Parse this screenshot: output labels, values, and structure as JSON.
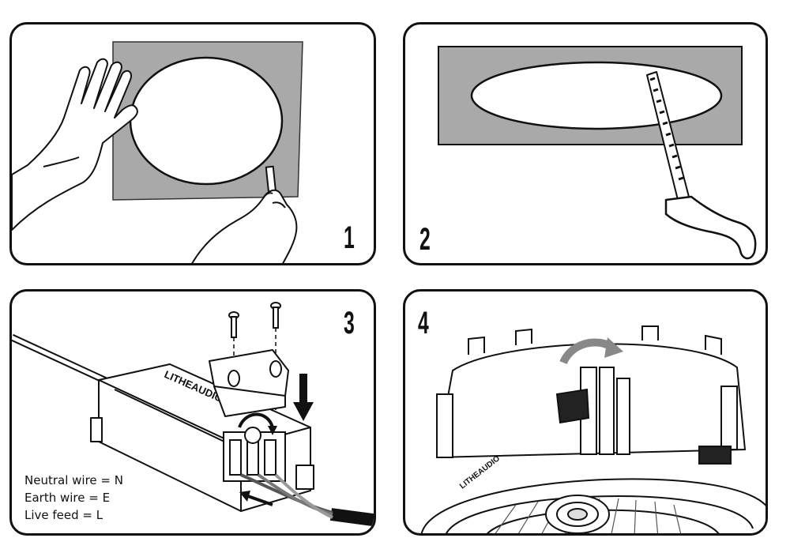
{
  "panels": [
    {
      "step_number": "1"
    },
    {
      "step_number": "2"
    },
    {
      "step_number": "3",
      "brand_text": "LITHEAUDIO",
      "legend": [
        "Neutral wire = N",
        "Earth wire = E",
        "Live feed = L"
      ]
    },
    {
      "step_number": "4",
      "brand_text": "LITHEAUDIO"
    }
  ],
  "colors": {
    "template_gray": "#a9a9a9",
    "outline": "#111111",
    "paper": "#ffffff"
  }
}
